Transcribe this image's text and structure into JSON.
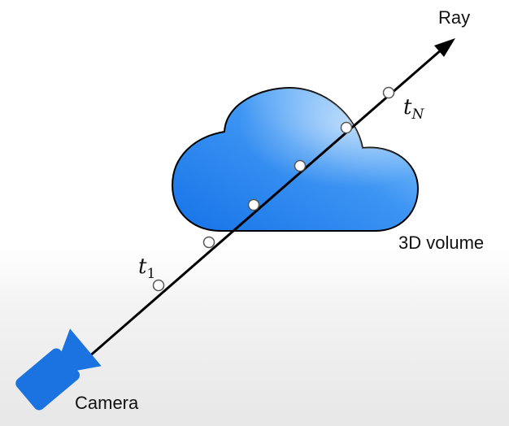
{
  "diagram": {
    "labels": {
      "ray": "Ray",
      "volume": "3D volume",
      "camera": "Camera"
    },
    "samples": {
      "first": {
        "base": "t",
        "sub": "1"
      },
      "last": {
        "base": "t",
        "sub": "N"
      }
    },
    "colors": {
      "cloud_dark": "#1673e8",
      "cloud_light": "#8cc9ff",
      "camera": "#1a73e0",
      "ray": "#000000",
      "sample_fill": "#ffffff"
    }
  }
}
